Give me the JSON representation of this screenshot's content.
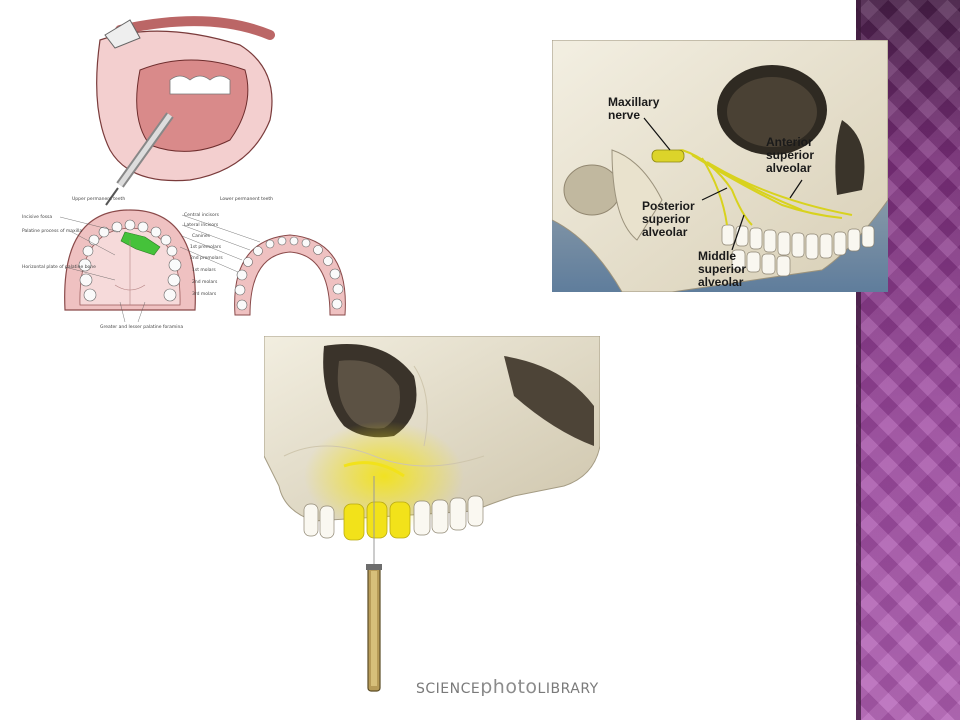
{
  "figure_palate": {
    "header_upper": "Upper permanent teeth",
    "header_lower": "Lower permanent teeth",
    "labels_left": [
      "Incisive fossa",
      "Palatine process of maxilla",
      "Horizontal plate of palatine bone"
    ],
    "labels_middle": [
      "Central incisors",
      "Lateral incisors",
      "Canines",
      "1st premolars",
      "2nd premolars",
      "1st molars",
      "2nd molars",
      "3rd molars"
    ],
    "label_bottom": "Greater and lesser palatine foramina"
  },
  "figure_nerves": {
    "maxillary": "Maxillary\nnerve",
    "anterior": "Anterior\nsuperior\nalveolar",
    "posterior": "Posterior\nsuperior\nalveolar",
    "middle": "Middle\nsuperior\nalveolar",
    "nerve_color": "#d8d21e"
  },
  "figure_injection": {
    "watermark_prefix": "SCIENCE",
    "watermark_mid": "photo",
    "watermark_suffix": "LIBRARY",
    "highlight_color": "#f2e21a"
  },
  "theme": {
    "band_color": "#a04aa3"
  }
}
